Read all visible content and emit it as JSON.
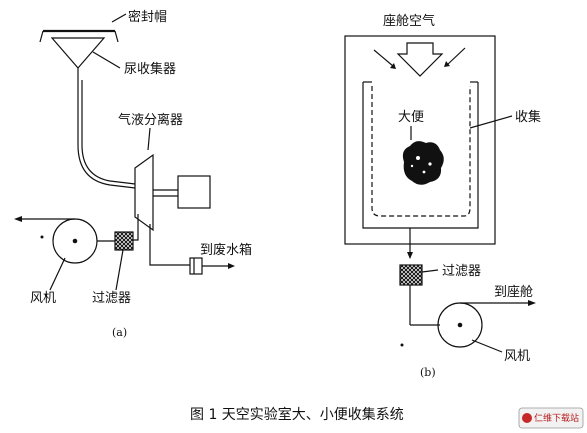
{
  "labels_a": {
    "seal_cap": "密封帽",
    "urine_collector": "尿收集器",
    "separator": "气液分离器",
    "waste_tank": "到废水箱",
    "fan": "风机",
    "filter": "过滤器",
    "sub": "(a)"
  },
  "labels_b": {
    "cabin_air": "座舱空气",
    "feces": "大便",
    "collect": "收集",
    "filter": "过滤器",
    "to_cabin": "到座舱",
    "fan": "风机",
    "sub": "(b)"
  },
  "caption": "图 1   天空实验室大、小便收集系统",
  "watermark": "仁维下载站"
}
